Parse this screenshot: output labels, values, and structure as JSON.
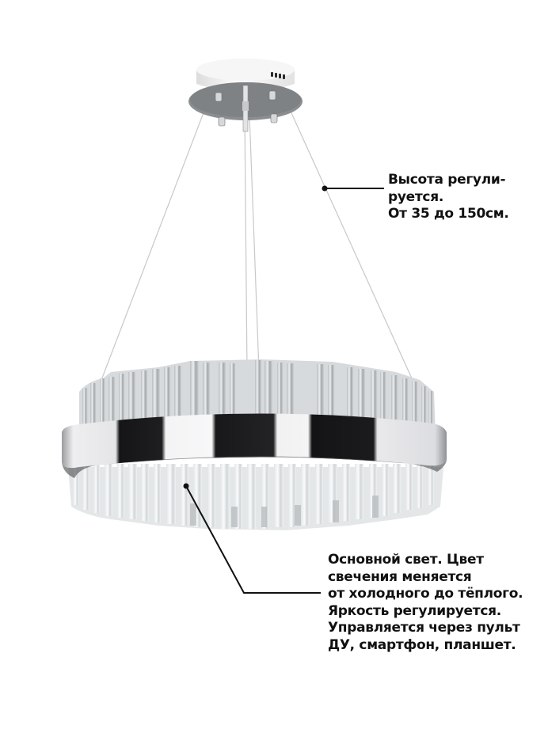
{
  "product": {
    "type": "LED pendant chandelier with crystal glass rods and chrome ring",
    "colors": {
      "background": "#ffffff",
      "chrome_light": "#e8e8ea",
      "chrome_dark": "#1a1a1c",
      "canopy_white": "#f2f2f2",
      "canopy_plate": "#8a8d90",
      "crystal": "#c9ccce",
      "callout_line": "#111111"
    }
  },
  "callouts": {
    "height": {
      "lines": [
        "Высота регули-",
        "руется.",
        "От 35 до 150см."
      ],
      "range_min_cm": 35,
      "range_max_cm": 150
    },
    "main_light": {
      "lines": [
        "Основной свет. Цвет",
        "свечения меняется",
        "от холодного до тёплого.",
        "Яркость регулируется.",
        "Управляется через пульт",
        "ДУ, смартфон, планшет."
      ]
    }
  }
}
